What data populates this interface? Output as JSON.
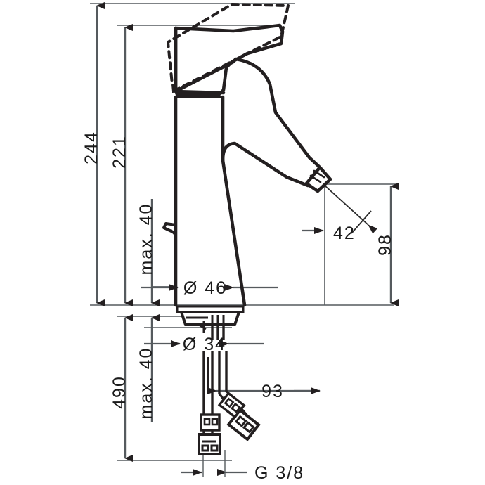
{
  "drawing": {
    "type": "technical-dimension-drawing",
    "subject": "single-lever basin mixer faucet",
    "units": "mm",
    "line_color": "#231f20",
    "background": "#ffffff"
  },
  "dimensions": {
    "total_height": "244",
    "height_to_spout": "221",
    "max_deck_thickness_upper": "max. 40",
    "max_deck_thickness_lower": "max. 40",
    "hose_length": "490",
    "body_diameter": "Ø 46",
    "shank_diameter": "Ø 34",
    "spout_reach": "42",
    "spout_height": "98",
    "hose_spread": "93",
    "thread": "G 3/8"
  },
  "labels": [
    {
      "id": "dim-244",
      "text": "244",
      "orientation": "vertical"
    },
    {
      "id": "dim-221",
      "text": "221",
      "orientation": "vertical"
    },
    {
      "id": "dim-max40-top",
      "text": "max. 40",
      "orientation": "vertical"
    },
    {
      "id": "dim-d46",
      "text": "Ø 46",
      "orientation": "horizontal"
    },
    {
      "id": "dim-d34",
      "text": "Ø 34",
      "orientation": "horizontal"
    },
    {
      "id": "dim-42",
      "text": "42",
      "orientation": "horizontal"
    },
    {
      "id": "dim-98",
      "text": "98",
      "orientation": "vertical"
    },
    {
      "id": "dim-490",
      "text": "490",
      "orientation": "vertical"
    },
    {
      "id": "dim-max40-bottom",
      "text": "max. 40",
      "orientation": "vertical"
    },
    {
      "id": "dim-93",
      "text": "93",
      "orientation": "horizontal"
    },
    {
      "id": "dim-g38",
      "text": "G 3/8",
      "orientation": "horizontal"
    }
  ]
}
